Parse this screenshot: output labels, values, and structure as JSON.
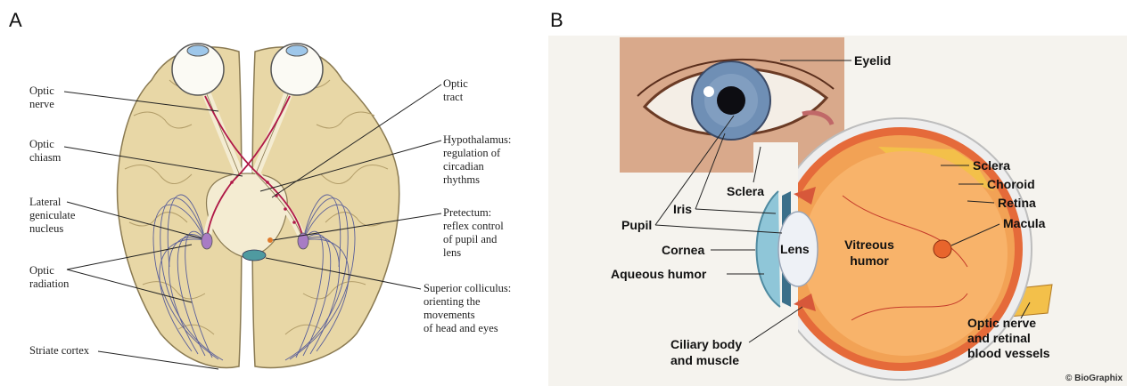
{
  "panels": {
    "a": {
      "letter": "A",
      "labels": {
        "optic_nerve_1": "Optic",
        "optic_nerve_2": "nerve",
        "optic_chiasm_1": "Optic",
        "optic_chiasm_2": "chiasm",
        "lgn_1": "Lateral",
        "lgn_2": "geniculate",
        "lgn_3": "nucleus",
        "optic_radiation_1": "Optic",
        "optic_radiation_2": "radiation",
        "striate_cortex": "Striate cortex",
        "optic_tract_1": "Optic",
        "optic_tract_2": "tract",
        "hypothalamus_1": "Hypothalamus:",
        "hypothalamus_2": "regulation of",
        "hypothalamus_3": "circadian",
        "hypothalamus_4": "rhythms",
        "pretectum_1": "Pretectum:",
        "pretectum_2": "reflex control",
        "pretectum_3": "of pupil and",
        "pretectum_4": "lens",
        "colliculus_1": "Superior colliculus:",
        "colliculus_2": "orienting the",
        "colliculus_3": "movements",
        "colliculus_4": "of head and eyes"
      }
    },
    "b": {
      "letter": "B",
      "labels": {
        "eyelid": "Eyelid",
        "sclera_right": "Sclera",
        "choroid": "Choroid",
        "retina": "Retina",
        "macula": "Macula",
        "sclera_left": "Sclera",
        "iris": "Iris",
        "pupil": "Pupil",
        "cornea": "Cornea",
        "aqueous_humor": "Aqueous humor",
        "lens": "Lens",
        "vitreous_1": "Vitreous",
        "vitreous_2": "humor",
        "ciliary_1": "Ciliary body",
        "ciliary_2": "and muscle",
        "optic_nerve_1": "Optic nerve",
        "optic_nerve_2": "and retinal",
        "optic_nerve_3": "blood vessels",
        "credit": "© BioGraphix"
      }
    }
  },
  "colors": {
    "brain": "#e8d7a6",
    "brain_outline": "#8a7a52",
    "pathway": "#b01848",
    "radiation": "#5a5f9a",
    "eyeball": "#f0a050",
    "sclera_band": "#f3c04a",
    "iris": "#6f8fb5",
    "cornea": "#8fc6d8",
    "panel_bg": "#f5f3ee"
  }
}
